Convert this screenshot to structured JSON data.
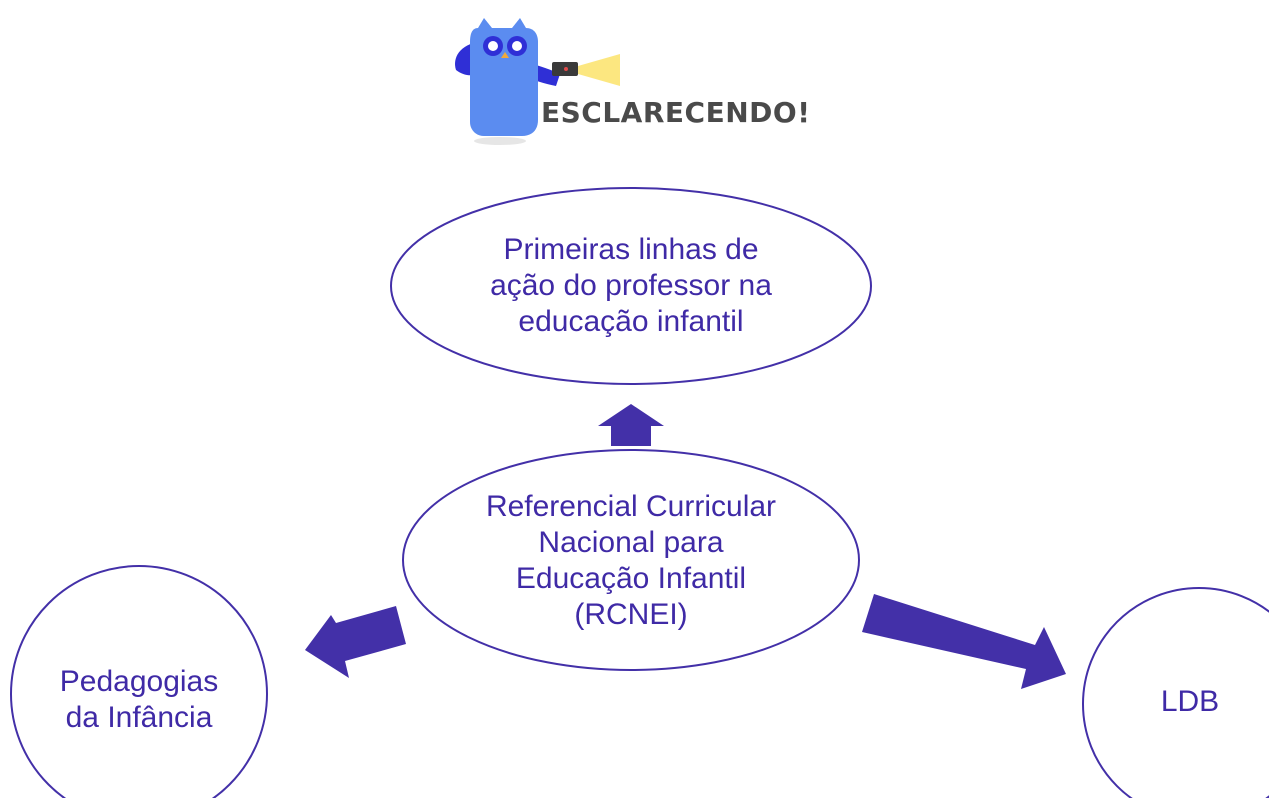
{
  "logo": {
    "text": "ESCLARECENDO!",
    "icon": "owl-with-flashlight-icon"
  },
  "colors": {
    "accent": "#4330a8",
    "text": "#3f2aa6",
    "owl_blue": "#5b8cf0",
    "owl_dark": "#2f2fd6",
    "beam": "#fbe36a"
  },
  "nodes": {
    "top": {
      "lines": [
        "Primeiras linhas de",
        "ação do professor na",
        "educação infantil"
      ]
    },
    "center": {
      "lines": [
        "Referencial Curricular",
        "Nacional para",
        "Educação Infantil",
        "(RCNEI)"
      ]
    },
    "left": {
      "lines": [
        "Pedagogias",
        "da Infância"
      ]
    },
    "right": {
      "lines": [
        "LDB"
      ]
    }
  },
  "edges": [
    {
      "from": "center",
      "to": "top"
    },
    {
      "from": "center",
      "to": "left"
    },
    {
      "from": "center",
      "to": "right"
    }
  ]
}
